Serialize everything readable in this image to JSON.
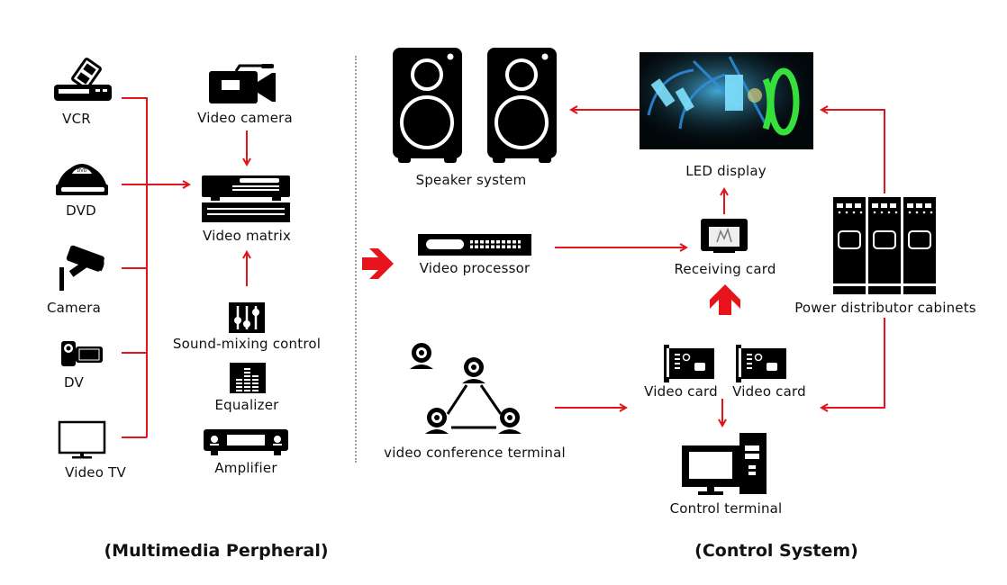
{
  "colors": {
    "wire": "#e0141b",
    "icon": "#000000",
    "text": "#111111"
  },
  "sections": {
    "left_title": "(Multimedia Perpheral)",
    "right_title": "(Control System)"
  },
  "peripheral_sources": [
    {
      "label": "VCR",
      "icon": "vcr-icon"
    },
    {
      "label": "DVD",
      "icon": "dvd-icon"
    },
    {
      "label": "Camera",
      "icon": "cctv-camera-icon"
    },
    {
      "label": "DV",
      "icon": "dv-camcorder-icon"
    },
    {
      "label": "Video TV",
      "icon": "tv-icon"
    }
  ],
  "peripheral_devices": {
    "video_camera": {
      "label": "Video camera",
      "icon": "video-camera-icon"
    },
    "video_matrix": {
      "label": "Video matrix",
      "icon": "video-matrix-icon"
    },
    "sound_mixing": {
      "label": "Sound-mixing control",
      "icon": "mixer-sliders-icon"
    },
    "equalizer": {
      "label": "Equalizer",
      "icon": "equalizer-icon"
    },
    "amplifier": {
      "label": "Amplifier",
      "icon": "amplifier-icon"
    }
  },
  "control_devices": {
    "speaker": {
      "label": "Speaker system",
      "icon": "speaker-icon"
    },
    "led_display": {
      "label": "LED display",
      "icon": "led-display-image"
    },
    "video_processor": {
      "label": "Video processor",
      "icon": "video-processor-icon"
    },
    "receiving_card": {
      "label": "Receiving card",
      "icon": "receiving-card-icon"
    },
    "power_cabinets": {
      "label": "Power distributor cabinets",
      "icon": "power-cabinet-icon"
    },
    "conference": {
      "label": "video conference terminal",
      "icon": "conference-webcams-icon"
    },
    "video_card_1": {
      "label": "Video card",
      "icon": "video-card-icon"
    },
    "video_card_2": {
      "label": "Video card",
      "icon": "video-card-icon"
    },
    "control_terminal": {
      "label": "Control terminal",
      "icon": "desktop-computer-icon"
    }
  },
  "connections": [
    {
      "from": "VCR",
      "to": "Video matrix"
    },
    {
      "from": "DVD",
      "to": "Video matrix"
    },
    {
      "from": "Camera",
      "to": "Video matrix"
    },
    {
      "from": "DV",
      "to": "Video matrix"
    },
    {
      "from": "Video TV",
      "to": "Video matrix"
    },
    {
      "from": "Video camera",
      "to": "Video matrix"
    },
    {
      "from": "Sound-mixing control",
      "to": "Video matrix"
    },
    {
      "from": "Multimedia Perpheral",
      "to": "Video processor"
    },
    {
      "from": "Video processor",
      "to": "Receiving card"
    },
    {
      "from": "Receiving card",
      "to": "LED display"
    },
    {
      "from": "LED display",
      "to": "Speaker system"
    },
    {
      "from": "Power distributor cabinets",
      "to": "LED display"
    },
    {
      "from": "Power distributor cabinets",
      "to": "Video card"
    },
    {
      "from": "video conference terminal",
      "to": "Video card"
    },
    {
      "from": "Video card",
      "to": "Control terminal"
    },
    {
      "from": "Video card",
      "to": "Receiving card"
    }
  ]
}
